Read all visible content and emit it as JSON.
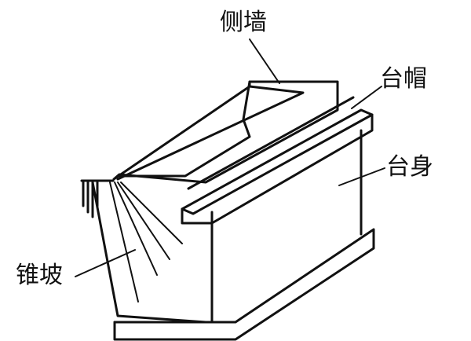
{
  "labels": {
    "side_wall": "侧墙",
    "cap": "台帽",
    "body": "台身",
    "cone_slope": "锥坡"
  }
}
